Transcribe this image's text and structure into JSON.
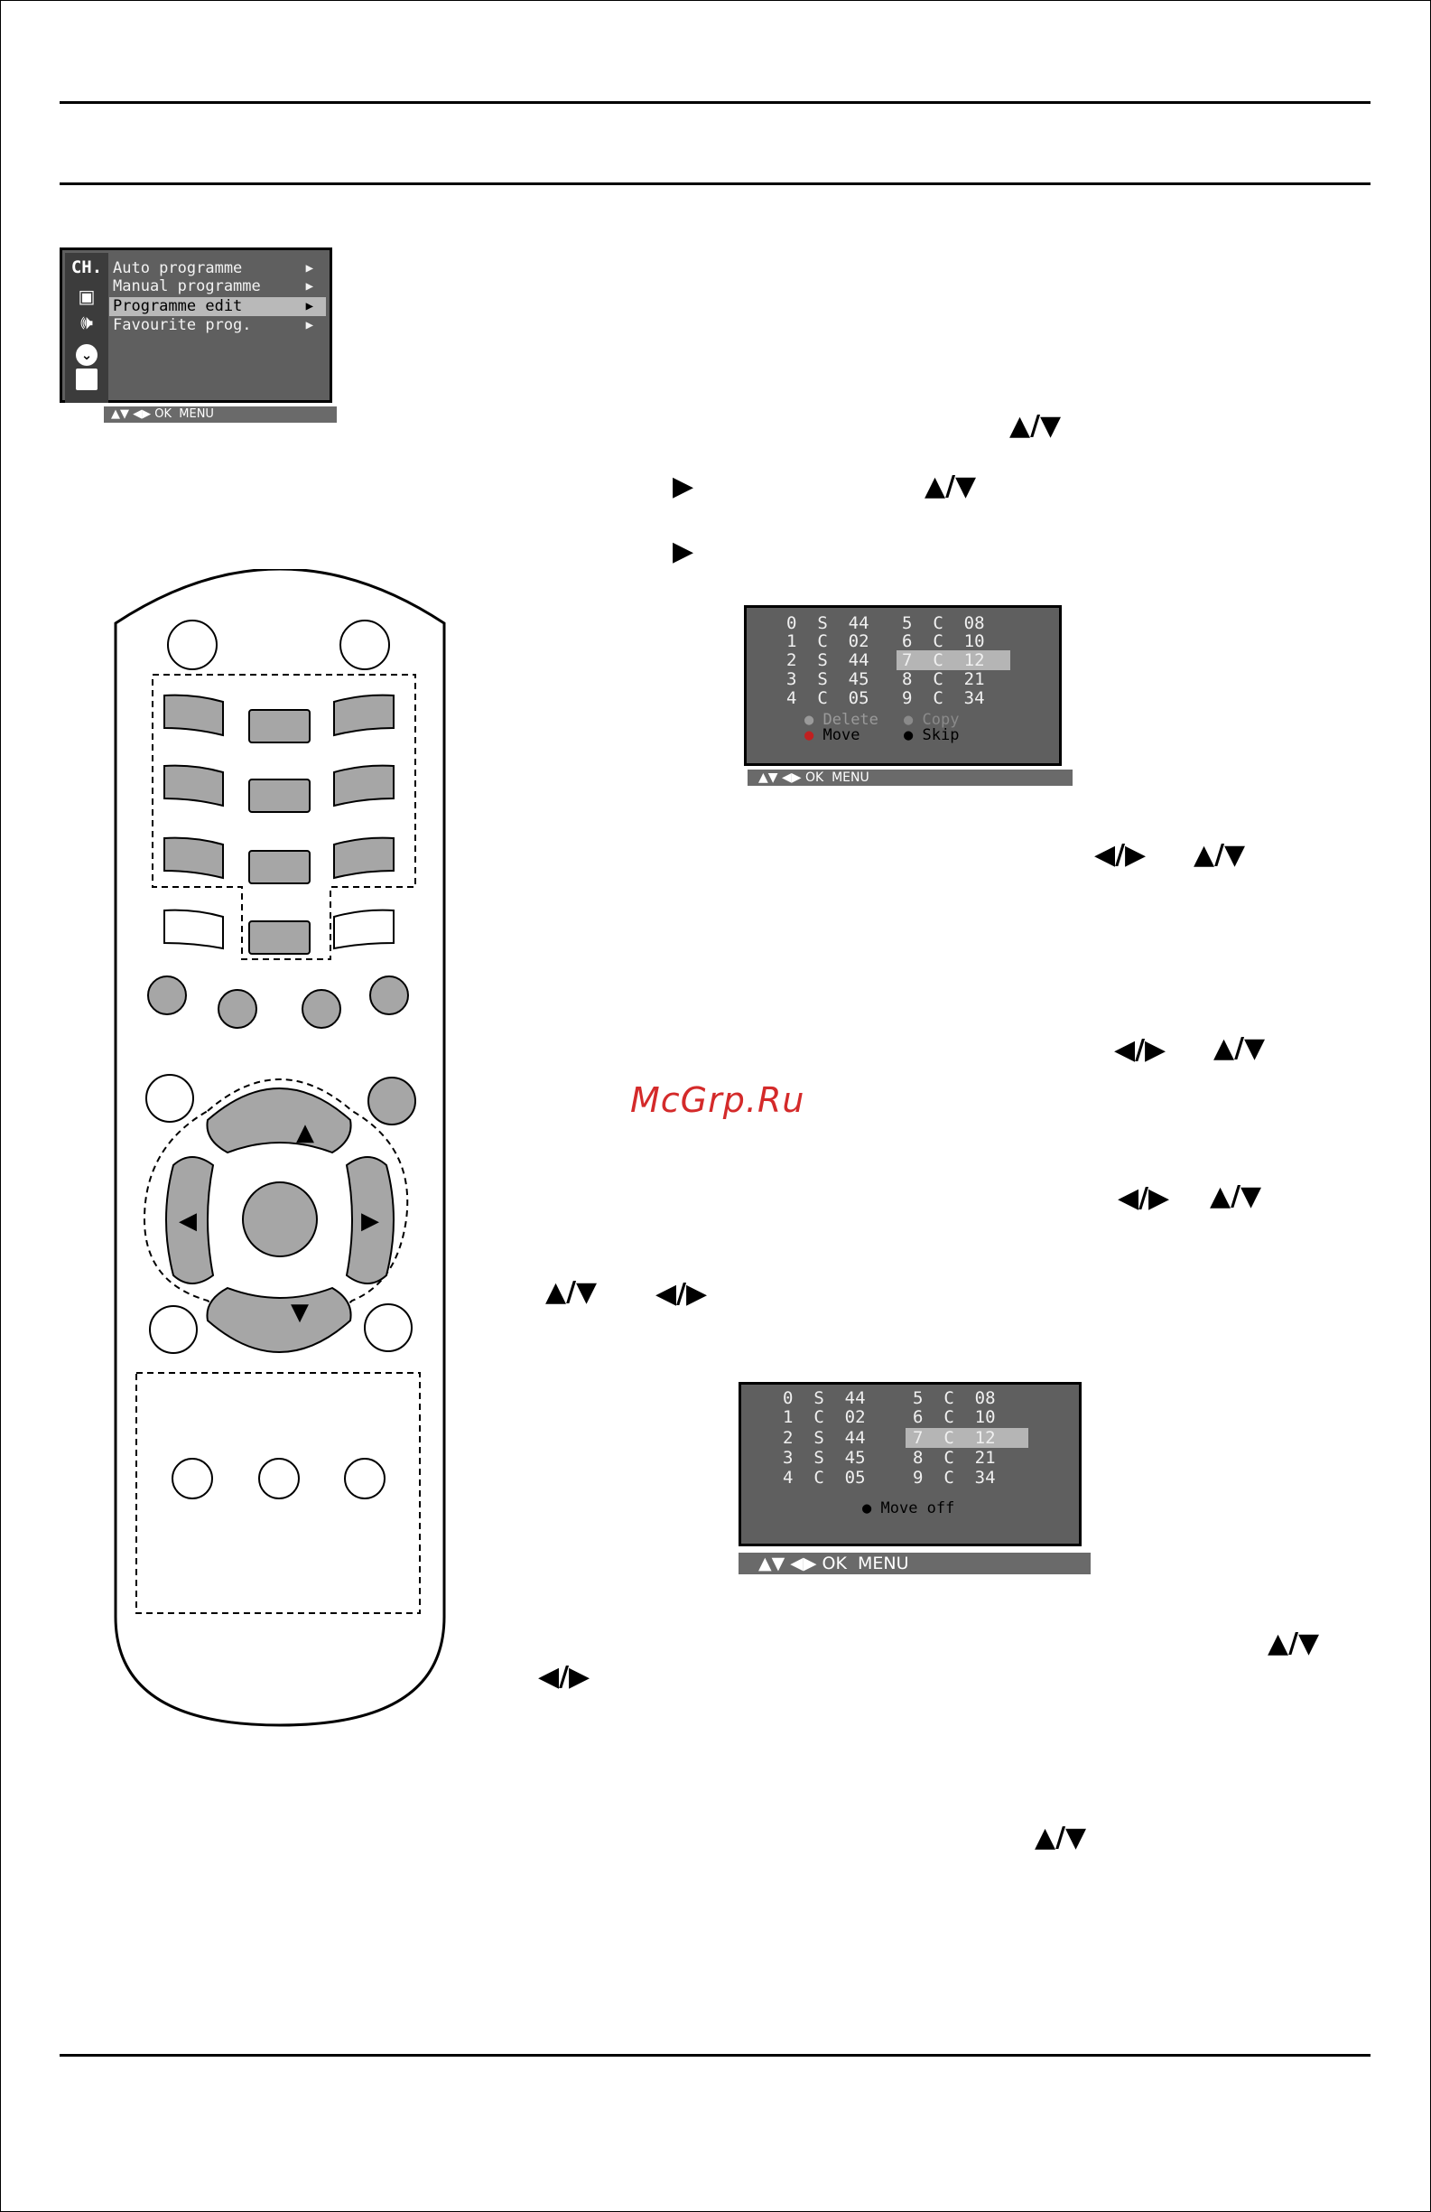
{
  "menu1": {
    "sidebar_icons": [
      "channel-icon",
      "picture-icon",
      "sound-icon",
      "time-icon",
      "special-icon"
    ],
    "logo_text": "CH.",
    "items": [
      {
        "label": "Auto programme"
      },
      {
        "label": "Manual programme"
      },
      {
        "label": "Programme edit"
      },
      {
        "label": "Favourite prog."
      }
    ],
    "item_arrow": "▶",
    "hint": "▲▼ ◀▶ OK  MENU"
  },
  "inline_symbols": {
    "updown": "▲/▼",
    "leftright": "◀/▶",
    "right": "▶"
  },
  "menu2": {
    "left_column": [
      "0  S  44",
      "1  C  02",
      "2  S  44",
      "3  S  45",
      "4  C  05"
    ],
    "right_column": [
      "5  C  08",
      "6  C  10",
      "7  C  12",
      "8  C  21",
      "9  C  34"
    ],
    "selected_right_index": 2,
    "options": {
      "delete": "Delete",
      "copy": "Copy",
      "move": "Move",
      "skip": "Skip"
    },
    "hint": "▲▼ ◀▶ OK  MENU"
  },
  "menu3": {
    "left_column": [
      "0  S  44",
      "1  C  02",
      "2  S  44",
      "3  S  45",
      "4  C  05"
    ],
    "right_column": [
      "5  C  08",
      "6  C  10",
      "7  C  12",
      "8  C  21",
      "9  C  34"
    ],
    "selected_right_index": 2,
    "status": "Move off",
    "hint": "▲▼ ◀▶ OK  MENU"
  },
  "watermark": "McGrp.Ru",
  "remote": {
    "arrow_up": "▲",
    "arrow_down": "▼",
    "arrow_left": "◀",
    "arrow_right": "▶"
  },
  "colors": {
    "osd_bg": "#5f5f5f",
    "osd_highlight": "#b5b5b5",
    "remote_button": "#a6a6a6",
    "watermark": "#d42a2a"
  }
}
